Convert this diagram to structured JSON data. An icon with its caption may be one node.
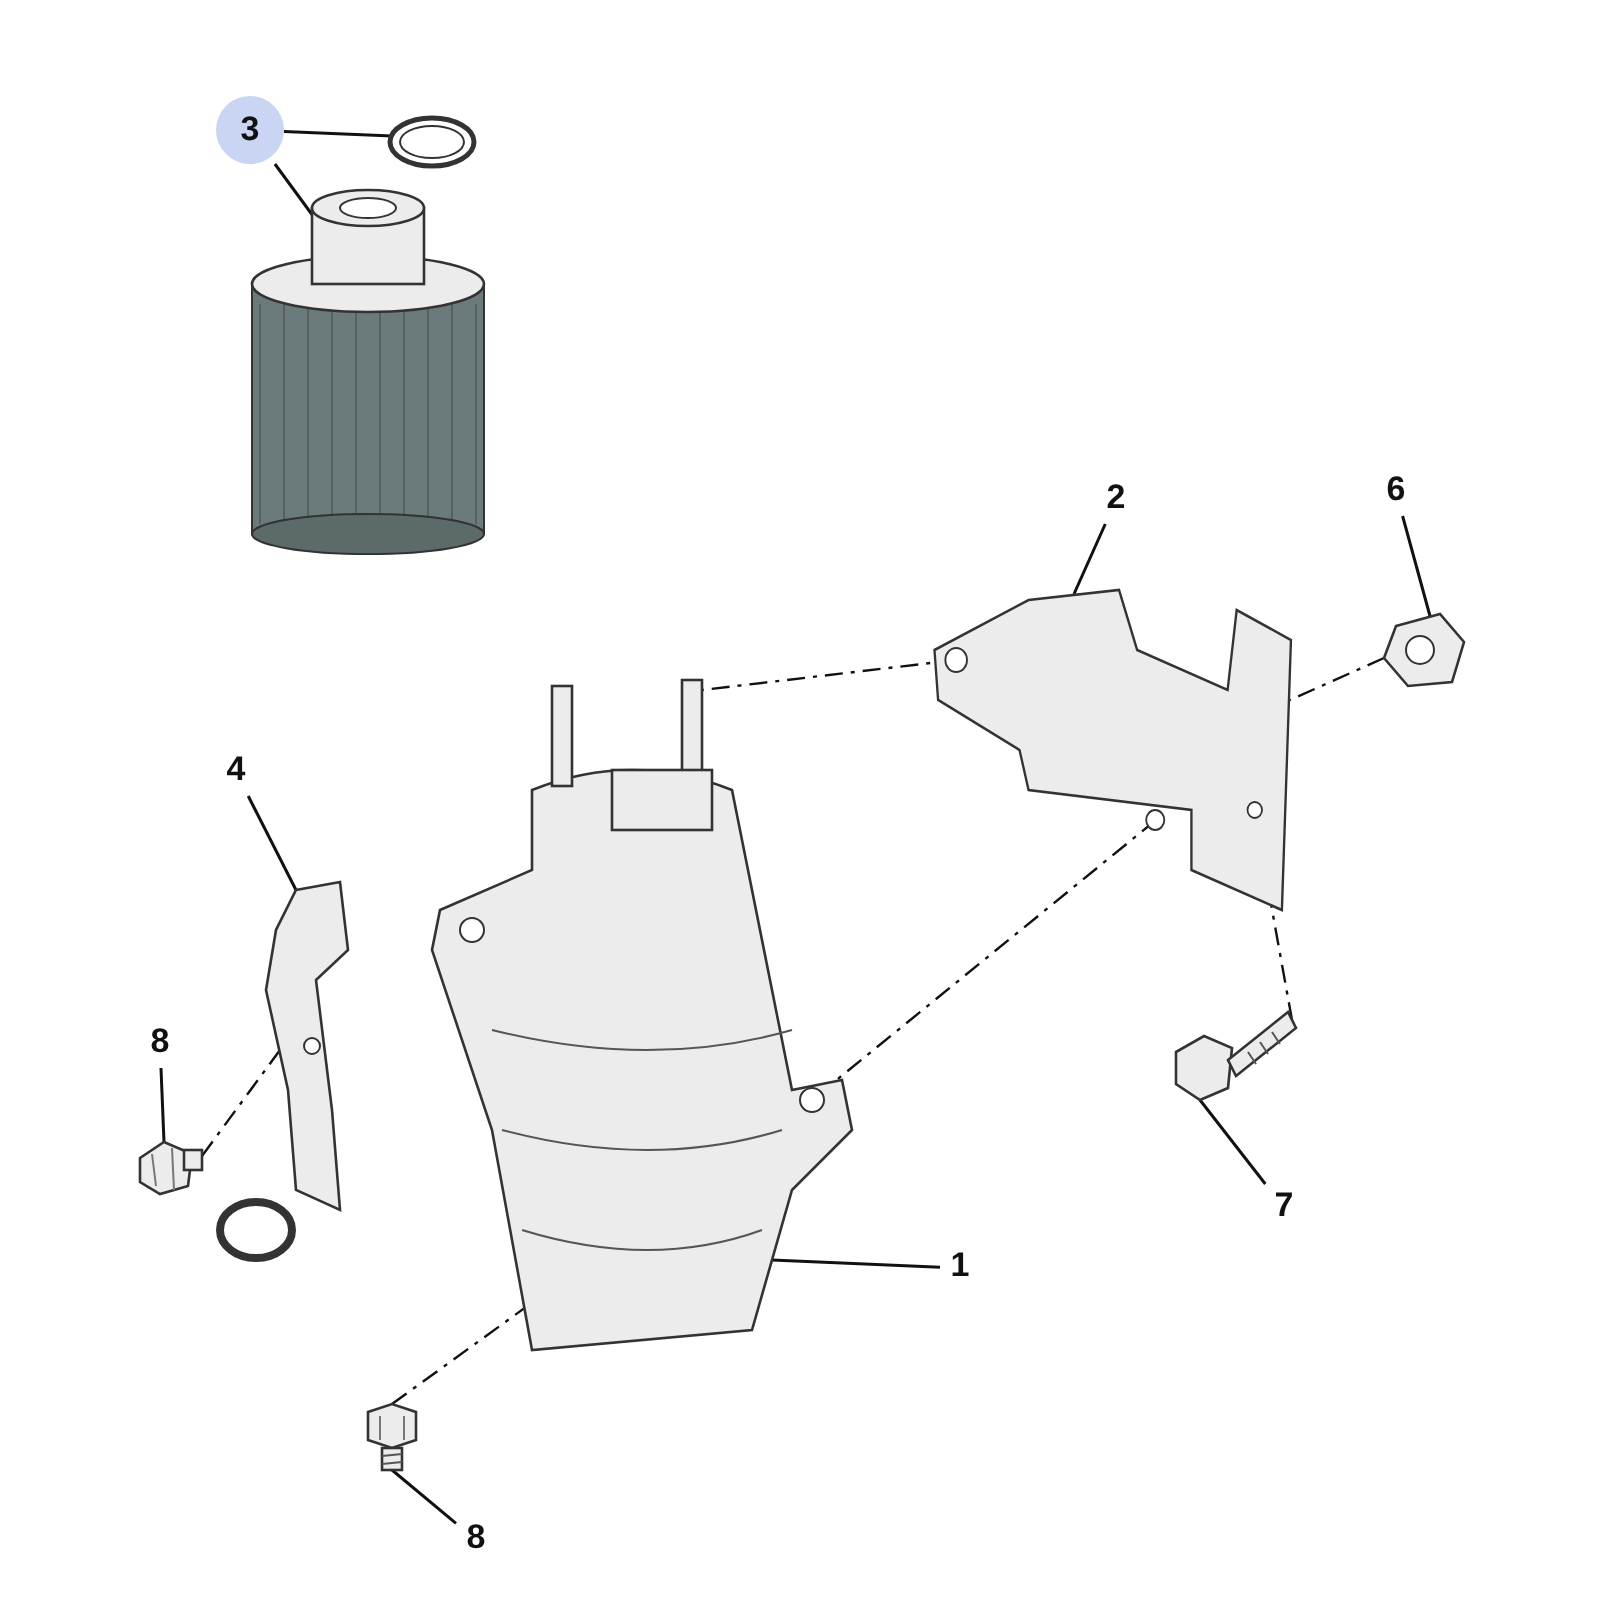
{
  "diagram": {
    "nodes": [
      {
        "text": [
          "3"
        ]
      },
      {
        "text": [],
        "shape": "circle"
      },
      {
        "text": [],
        "shape": "cylinder"
      },
      {
        "text": [
          "2"
        ]
      },
      {
        "text": [],
        "shape": "picture"
      },
      {
        "text": [
          "6"
        ]
      },
      {
        "text": [],
        "shape": "picture"
      },
      {
        "text": [
          "4"
        ]
      },
      {
        "text": [],
        "shape": "picture"
      },
      {
        "text": [
          "8"
        ]
      },
      {
        "text": [],
        "shape": "picture"
      },
      {
        "text": [
          "1"
        ]
      },
      {
        "text": [],
        "shape": "picture"
      },
      {
        "text": [
          "7"
        ]
      },
      {
        "text": [],
        "shape": "picture"
      },
      {
        "text": [
          "8"
        ]
      },
      {
        "text": [],
        "shape": "picture"
      }
    ],
    "edges": [
      {
        "from": 0,
        "to": 1,
        "arrow": "none"
      },
      {
        "from": 0,
        "to": 2,
        "arrow": "none"
      },
      {
        "from": 3,
        "to": 4,
        "arrow": "none"
      },
      {
        "from": 5,
        "to": 6,
        "arrow": "none"
      },
      {
        "from": 7,
        "to": 8,
        "arrow": "none"
      },
      {
        "from": 9,
        "to": 10,
        "arrow": "none"
      },
      {
        "from": 11,
        "to": 12,
        "arrow": "none"
      },
      {
        "from": 13,
        "to": 14,
        "arrow": "none"
      },
      {
        "from": 15,
        "to": 16,
        "arrow": "none"
      },
      {
        "from": 6,
        "to": 4,
        "arrow": "none",
        "style": "dashed"
      },
      {
        "from": 14,
        "to": 4,
        "arrow": "none",
        "style": "dashed"
      },
      {
        "from": 10,
        "to": 8,
        "arrow": "none",
        "style": "dashed"
      },
      {
        "from": 16,
        "to": 12,
        "arrow": "none",
        "style": "dashed"
      },
      {
        "from": 4,
        "to": 12,
        "arrow": "none",
        "style": "dashed"
      },
      {
        "from": 4,
        "to": 12,
        "arrow": "none",
        "style": "dashed"
      }
    ]
  }
}
